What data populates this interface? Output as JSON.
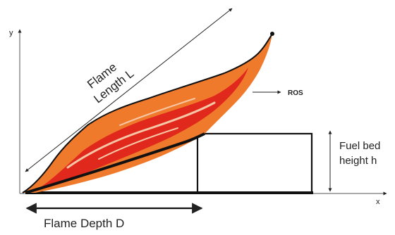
{
  "axes": {
    "y_label": "y",
    "x_label": "x"
  },
  "labels": {
    "flame_length_line1": "Flame",
    "flame_length_line2": "Length L",
    "ros": "ROS",
    "fuel_bed_line1": "Fuel bed",
    "fuel_bed_line2": "height h",
    "flame_depth": "Flame Depth D"
  },
  "colors": {
    "flame_outer": "#f07a2c",
    "flame_inner": "#e0281c",
    "flame_highlight": "#f6c7a6",
    "outline": "#111111"
  }
}
